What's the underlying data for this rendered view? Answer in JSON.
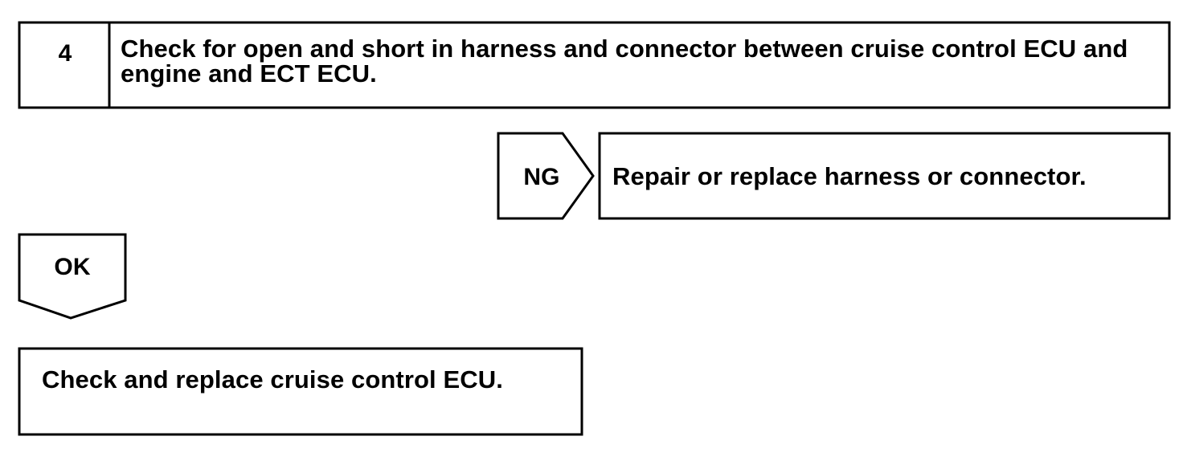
{
  "step": {
    "number": "4",
    "title": "Check for open and short in harness and connector between cruise control ECU and engine and ECT ECU."
  },
  "ng_branch": {
    "label": "NG",
    "action": "Repair or replace harness or connector."
  },
  "ok_branch": {
    "label": "OK"
  },
  "final_action": {
    "text": "Check and replace cruise control ECU."
  },
  "colors": {
    "line": "#000000",
    "background": "#ffffff"
  }
}
